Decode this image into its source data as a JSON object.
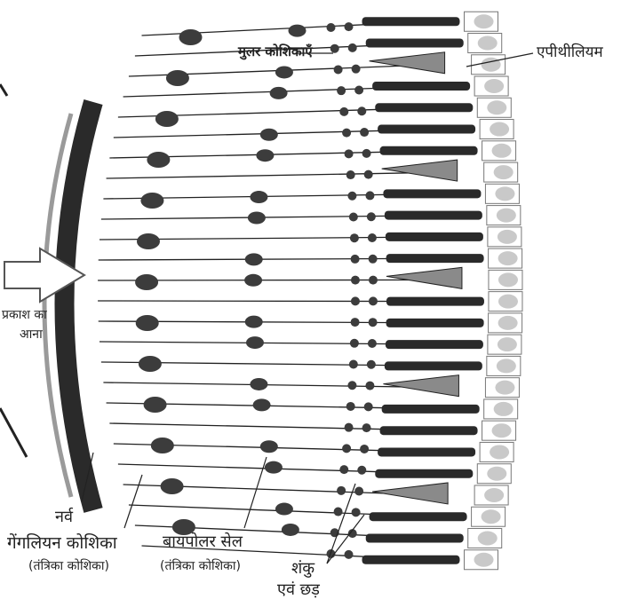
{
  "labels": {
    "muller": "मुलर कोशिकाएँ",
    "epithelium": "एपीथीलियम",
    "light_line1": "प्रकाश का",
    "light_line2": "आना",
    "nerve": "नर्व",
    "ganglion": "गेंगलियन कोशिका",
    "ganglion_sub": "(तंत्रिका कोशिका)",
    "bipolar": "बायपोलर सेल",
    "bipolar_sub": "(तंत्रिका कोशिका)",
    "cone": "शंकु",
    "rod": "एवं छड़"
  },
  "colors": {
    "line": "#222222",
    "cell_fill": "#3c3c3c",
    "light_cell": "#8a8a8a",
    "nerve_band": "#2a2a2a",
    "epithelium_fill": "#c9c9c9"
  }
}
